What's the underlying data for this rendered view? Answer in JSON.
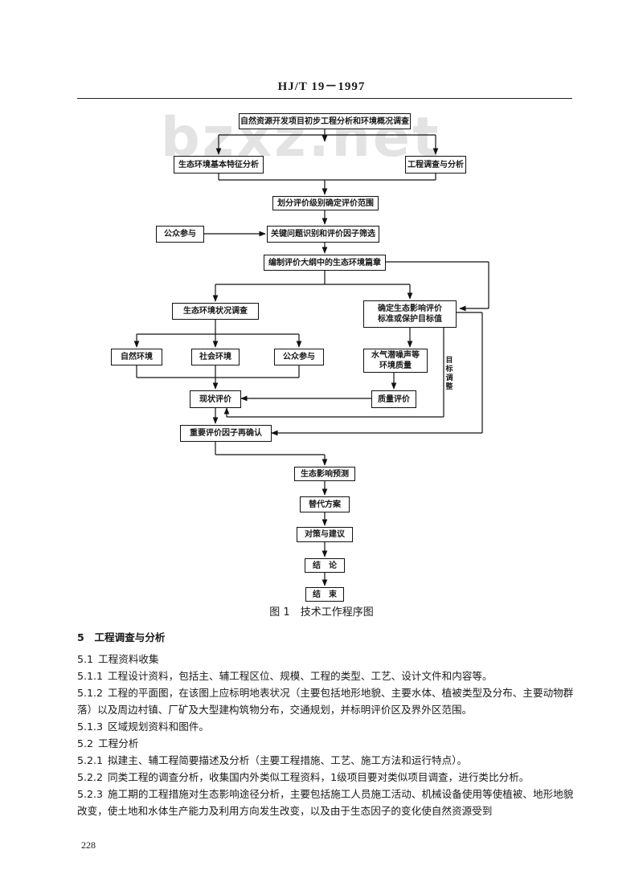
{
  "header": {
    "standard_code": "HJ/T 19－1997"
  },
  "watermark": "bzxz.net",
  "flowchart": {
    "boxes": {
      "b1": "自然资源开发项目初步工程分析和环境概况调查",
      "b2": "生态环境基本特征分析",
      "b3": "工程调查与分析",
      "b4": "划分评价级别确定评价范围",
      "b5": "公众参与",
      "b6": "关键问题识别和评价因子筛选",
      "b7": "编制评价大纲中的生态环境篇章",
      "b8": "生态环境状况调查",
      "b9": "确定生态影响评价\n标准或保护目标值",
      "b10": "自然环境",
      "b11": "社会环境",
      "b12": "公众参与",
      "b13": "水气潜噪声等\n环境质量",
      "b14": "现状评价",
      "b15": "质量评价",
      "b16": "重要评价因子再确认",
      "b17": "生态影响预测",
      "b18": "替代方案",
      "b19": "对策与建议",
      "b20": "结　论",
      "b21": "结　束"
    },
    "side_label": "目标调整"
  },
  "caption": "图 1　技术工作程序图",
  "section": {
    "title": "5　工程调查与分析",
    "items": [
      {
        "num": "5.1",
        "text": "工程资料收集"
      },
      {
        "num": "5.1.1",
        "text": "工程设计资料，包括主、辅工程区位、规模、工程的类型、工艺、设计文件和内容等。"
      },
      {
        "num": "5.1.2",
        "text": "工程的平面图，在该图上应标明地表状况（主要包括地形地貌、主要水体、植被类型及分布、主要动物群落）以及周边村镇、厂矿及大型建构筑物分布，交通规划，并标明评价区及界外区范围。"
      },
      {
        "num": "5.1.3",
        "text": "区域规划资料和图件。"
      },
      {
        "num": "5.2",
        "text": "工程分析"
      },
      {
        "num": "5.2.1",
        "text": "拟建主、辅工程简要描述及分析（主要工程措施、工艺、施工方法和运行特点）。"
      },
      {
        "num": "5.2.2",
        "text": "同类工程的调查分析，收集国内外类似工程资料，1级项目要对类似项目调查，进行类比分析。"
      },
      {
        "num": "5.2.3",
        "text": "施工期的工程措施对生态影响途径分析，主要包括施工人员施工活动、机械设备使用等使植被、地形地貌改变，使土地和水体生产能力及利用方向发生改变，以及由于生态因子的变化使自然资源受到"
      }
    ]
  },
  "page_number": "228"
}
